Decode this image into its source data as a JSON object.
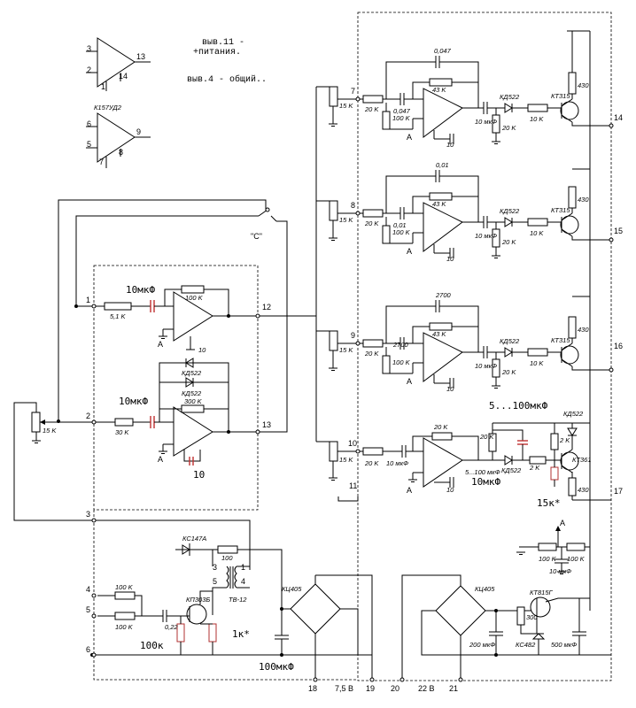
{
  "notes": {
    "line1": "выв.11 -",
    "line2": "+питания.",
    "line3": "выв.4 - общий.."
  },
  "opamp_symbol": {
    "part": "К157УД2",
    "u1_pins": [
      "3",
      "2",
      "13",
      "14",
      "1"
    ],
    "u2_pins": [
      "6",
      "5",
      "9",
      "8",
      "7"
    ]
  },
  "terminals": {
    "t1": "1",
    "t2": "2",
    "t3": "3",
    "t4": "4",
    "t5": "5",
    "t6": "6",
    "t7": "7",
    "t8": "8",
    "t9": "9",
    "t10": "10",
    "t11": "11",
    "t12": "12",
    "t13": "13",
    "t14": "14",
    "t15": "15",
    "t16": "16",
    "t17": "17",
    "t18": "18",
    "t19": "19",
    "t20": "20",
    "t21": "21"
  },
  "switch_label": "\"C\"",
  "input_section": {
    "pot": "15 K",
    "stage1_cap": "10мкФ",
    "stage1_rin": "5,1 K",
    "stage1_rfb": "100 K",
    "stage1_pin": "10",
    "ground_label": "A",
    "stage2_cap": "10мкФ",
    "stage2_rin": "30 K",
    "stage2_rfb": "300 K",
    "diode": "КД522",
    "stage2_ccomp": "10"
  },
  "channels": [
    {
      "pot": "15 K",
      "r1": "20 K",
      "c1": "0,047",
      "c2": "0,047",
      "r2": "100 K",
      "rfb": "43 K",
      "cc": "10",
      "cout": "10 мкФ",
      "diode": "КД522",
      "rd": "20 K",
      "rb": "10 K",
      "tr": "КТ315",
      "rc": "430"
    },
    {
      "pot": "15 K",
      "r1": "20 K",
      "c1": "0,01",
      "c2": "0,01",
      "r2": "100 K",
      "rfb": "43 K",
      "cc": "10",
      "cout": "10 мкФ",
      "diode": "КД522",
      "rd": "20 K",
      "rb": "10 K",
      "tr": "КТ315",
      "rc": "430"
    },
    {
      "pot": "15 K",
      "r1": "20 K",
      "c1": "2700",
      "c2": "2700",
      "r2": "100 K",
      "rfb": "43 K",
      "cc": "10",
      "cout": "10 мкФ",
      "diode": "КД522",
      "rd": "20 K",
      "rb": "10 K",
      "tr": "КТ315",
      "rc": "430"
    }
  ],
  "channel4": {
    "pot": "15 K",
    "r1": "20 K",
    "cin": "10 мкФ",
    "rfb": "20 K",
    "cc": "10",
    "cap_range": "5...100мкФ",
    "cap_small": "5...100 мкФ",
    "cap_hand": "10мкФ",
    "diode1": "КД522",
    "diode2": "КД522",
    "rd": "2 K",
    "rd2": "2 K",
    "tr": "КТ361",
    "rc": "430",
    "rtrim": "15к*"
  },
  "bias_net": {
    "r1": "100 K",
    "r2": "100 K",
    "cap": "10 мкФ",
    "label": "A"
  },
  "psu_low": {
    "zener": "КС147А",
    "r_zener": "100",
    "transformer": "ТВ-12",
    "tr_pins": [
      "3",
      "1",
      "5",
      "4"
    ],
    "bridge": "КЦ405",
    "r4": "100 K",
    "r5": "100 K",
    "cap_in": "0,22",
    "fet": "КП303Б",
    "r_bias": "100к",
    "r_trim": "1к*",
    "cap_out": "100мкФ",
    "voltage": "7,5 В"
  },
  "psu_high": {
    "bridge": "КЦ405",
    "tr": "КТ815Г",
    "r": "300",
    "zener": "КС482",
    "cap_in": "200 мкФ",
    "cap_out": "500 мкФ",
    "voltage": "22 В"
  }
}
